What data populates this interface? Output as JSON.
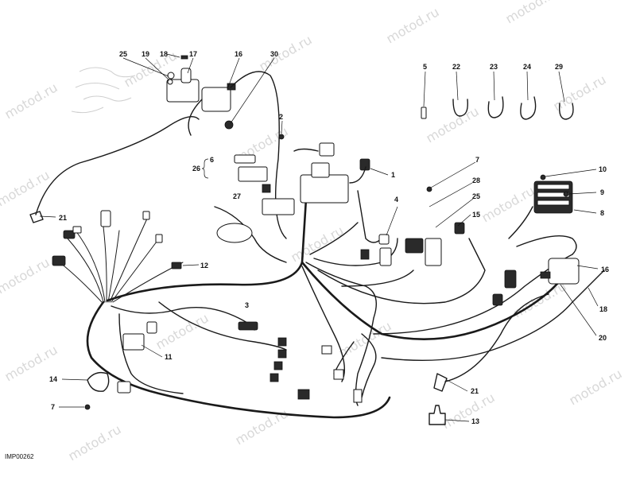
{
  "watermark": "motod.ru",
  "reference_code": "IMP00262",
  "callouts": [
    {
      "id": "c25a",
      "text": "25"
    },
    {
      "id": "c19",
      "text": "19"
    },
    {
      "id": "c18a",
      "text": "18"
    },
    {
      "id": "c17",
      "text": "17"
    },
    {
      "id": "c16a",
      "text": "16"
    },
    {
      "id": "c30",
      "text": "30"
    },
    {
      "id": "c5",
      "text": "5"
    },
    {
      "id": "c22",
      "text": "22"
    },
    {
      "id": "c23",
      "text": "23"
    },
    {
      "id": "c24",
      "text": "24"
    },
    {
      "id": "c29",
      "text": "29"
    },
    {
      "id": "c2",
      "text": "2"
    },
    {
      "id": "c7a",
      "text": "7"
    },
    {
      "id": "c1",
      "text": "1"
    },
    {
      "id": "c6",
      "text": "6"
    },
    {
      "id": "c26",
      "text": "26"
    },
    {
      "id": "c10",
      "text": "10"
    },
    {
      "id": "c28",
      "text": "28"
    },
    {
      "id": "c9",
      "text": "9"
    },
    {
      "id": "c27",
      "text": "27"
    },
    {
      "id": "c4",
      "text": "4"
    },
    {
      "id": "c25b",
      "text": "25"
    },
    {
      "id": "c8",
      "text": "8"
    },
    {
      "id": "c15",
      "text": "15"
    },
    {
      "id": "c21a",
      "text": "21"
    },
    {
      "id": "c12",
      "text": "12"
    },
    {
      "id": "c16b",
      "text": "16"
    },
    {
      "id": "c3",
      "text": "3"
    },
    {
      "id": "c18b",
      "text": "18"
    },
    {
      "id": "c11",
      "text": "11"
    },
    {
      "id": "c20",
      "text": "20"
    },
    {
      "id": "c14",
      "text": "14"
    },
    {
      "id": "c21b",
      "text": "21"
    },
    {
      "id": "c7b",
      "text": "7"
    },
    {
      "id": "c13",
      "text": "13"
    }
  ]
}
